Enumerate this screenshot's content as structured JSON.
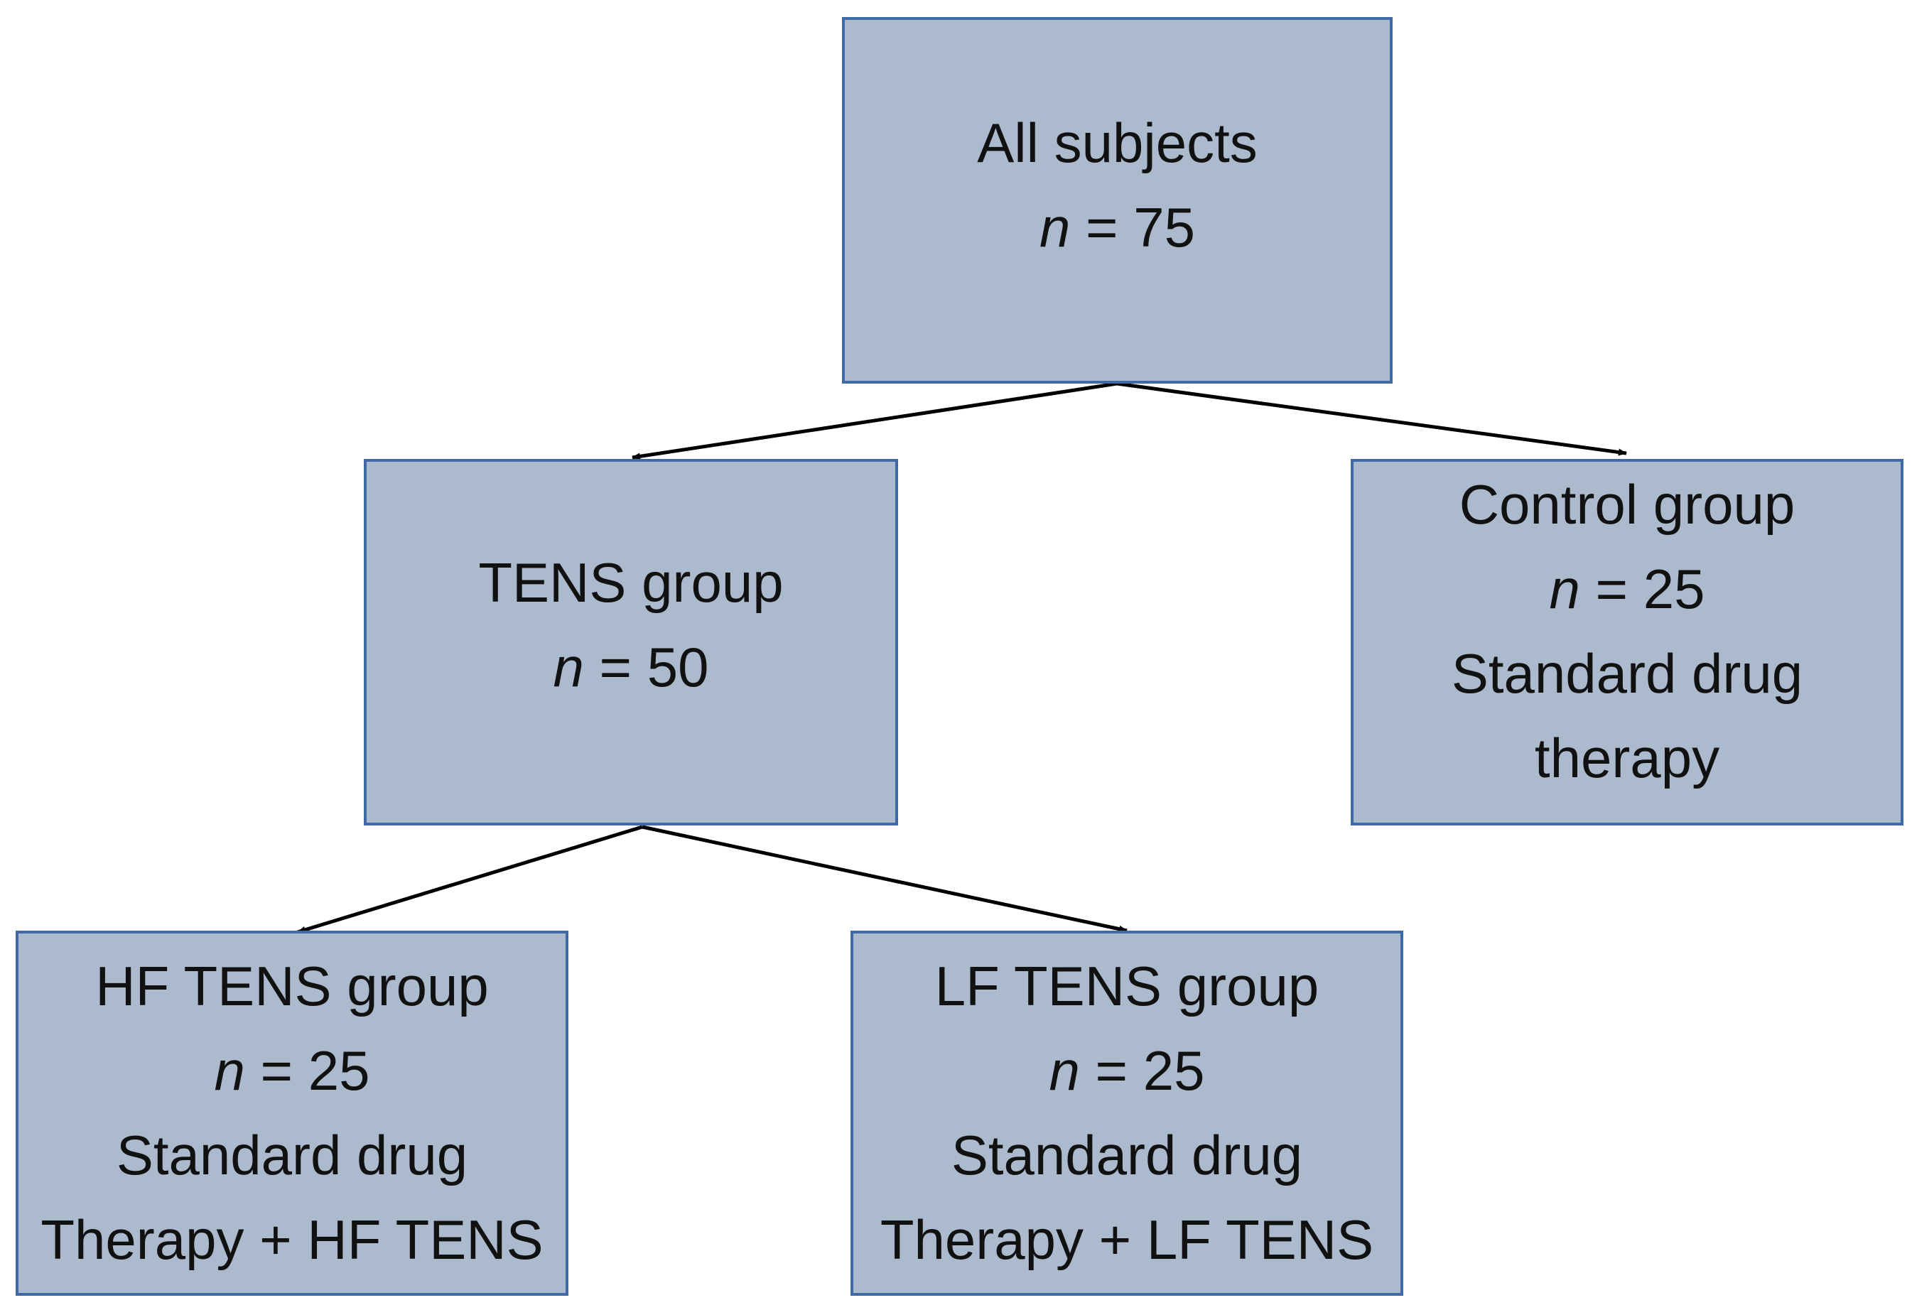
{
  "nodes": {
    "all": {
      "title": "All subjects",
      "n_symbol": "n",
      "n_value": " = 75"
    },
    "tens": {
      "title": "TENS group",
      "n_symbol": "n",
      "n_value": " = 50"
    },
    "control": {
      "title": "Control group",
      "n_symbol": "n",
      "n_value": " = 25",
      "desc_1": "Standard drug",
      "desc_2": "therapy"
    },
    "hf": {
      "title": "HF TENS group",
      "n_symbol": "n",
      "n_value": " = 25",
      "desc_1": "Standard drug",
      "desc_2": "Therapy + HF TENS"
    },
    "lf": {
      "title": "LF TENS group",
      "n_symbol": "n",
      "n_value": " = 25",
      "desc_1": "Standard drug",
      "desc_2": "Therapy + LF TENS"
    }
  },
  "edges": [
    {
      "from": "All subjects",
      "to": "TENS group"
    },
    {
      "from": "All subjects",
      "to": "Control group"
    },
    {
      "from": "TENS group",
      "to": "HF TENS group"
    },
    {
      "from": "TENS group",
      "to": "LF TENS group"
    }
  ],
  "colors": {
    "box_fill": "#abbacc",
    "box_border": "#3f6aa6",
    "text": "#111111",
    "arrow": "#000000"
  }
}
